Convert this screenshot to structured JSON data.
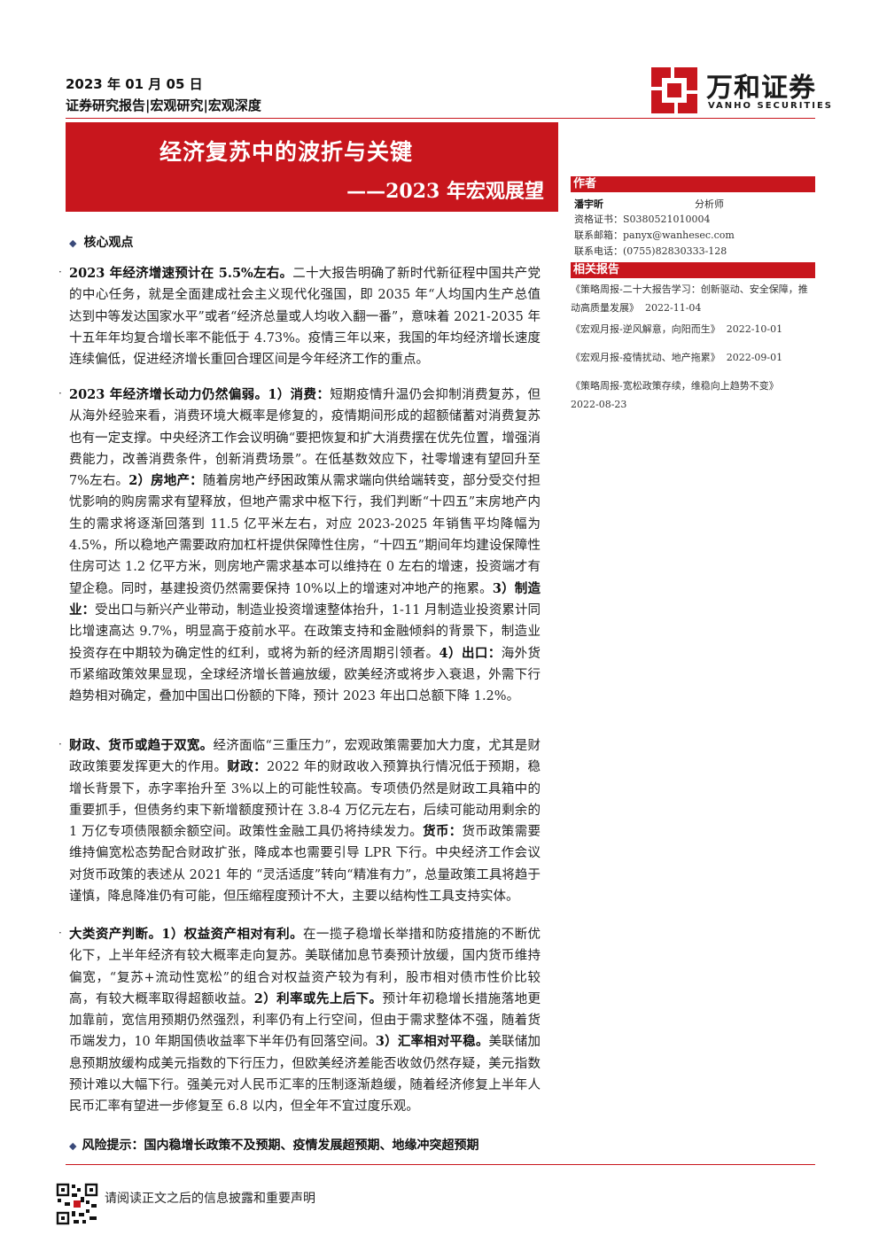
{
  "header": {
    "date": "2023 年 01 月 05 日",
    "category": "证券研究报告|宏观研究|宏观深度"
  },
  "logo": {
    "cn": "万和证券",
    "en": "VANHO SECURITIES",
    "color": "#c8161d"
  },
  "title": "经济复苏中的波折与关键",
  "subtitle": "——2023 年宏观展望",
  "sidebar": {
    "author_heading": "作者",
    "author_name": "潘宇昕",
    "author_role": "分析师",
    "cert": "资格证书：S0380521010004",
    "email": "联系邮箱：panyx@wanhesec.com",
    "phone": "联系电话：(0755)82830333-128",
    "reports_heading": "相关报告",
    "reports": [
      {
        "title": "《策略周报-二十大报告学习：创新驱动、安全保障，推动高质量发展》",
        "date": "2022-11-04"
      },
      {
        "title": "《宏观月报-逆风解意，向阳而生》",
        "date": "2022-10-01"
      },
      {
        "title": "《宏观月报-疫情扰动、地产拖累》",
        "date": "2022-09-01"
      },
      {
        "title": "《策略周报-宽松政策存续，维稳向上趋势不变》",
        "date": "2022-08-23"
      }
    ]
  },
  "core_heading": "核心观点",
  "paragraphs": {
    "p1_lead": "2023 年经济增速预计在 5.5%左右。",
    "p1_body": "二十大报告明确了新时代新征程中国共产党的中心任务，就是全面建成社会主义现代化强国，即 2035 年“人均国内生产总值达到中等发达国家水平”或者“经济总量或人均收入翻一番”，意味着 2021-2035 年十五年年均复合增长率不能低于 4.73%。疫情三年以来，我国的年均经济增长速度连续偏低，促进经济增长重回合理区间是今年经济工作的重点。",
    "p2_lead": "2023 年经济增长动力仍然偏弱。1）消费：",
    "p2_a": "短期疫情升温仍会抑制消费复苏，但从海外经验来看，消费环境大概率是修复的，疫情期间形成的超额储蓄对消费复苏也有一定支撑。中央经济工作会议明确“要把恢复和扩大消费摆在优先位置，增强消费能力，改善消费条件，创新消费场景”。在低基数效应下，社零增速有望回升至 7%左右。",
    "p2_h2": "2）房地产：",
    "p2_b": "随着房地产纾困政策从需求端向供给端转变，部分受交付担忧影响的购房需求有望释放，但地产需求中枢下行，我们判断“十四五”末房地产内生的需求将逐渐回落到 11.5 亿平米左右，对应 2023-2025 年销售平均降幅为 4.5%，所以稳地产需要政府加杠杆提供保障性住房，“十四五”期间年均建设保障性住房可达 1.2 亿平方米，则房地产需求基本可以维持在 0 左右的增速，投资端才有望企稳。同时，基建投资仍然需要保持 10%以上的增速对冲地产的拖累。",
    "p2_h3": "3）制造业：",
    "p2_c": "受出口与新兴产业带动，制造业投资增速整体抬升，1-11 月制造业投资累计同比增速高达 9.7%，明显高于疫前水平。在政策支持和金融倾斜的背景下，制造业投资存在中期较为确定性的红利，或将为新的经济周期引领者。",
    "p2_h4": "4）出口：",
    "p2_d": "海外货币紧缩政策效果显现，全球经济增长普遍放缓，欧美经济或将步入衰退，外需下行趋势相对确定，叠加中国出口份额的下降，预计 2023 年出口总额下降 1.2%。",
    "p3_lead": "财政、货币或趋于双宽。",
    "p3_a": "经济面临“三重压力”，宏观政策需要加大力度，尤其是财政政策要发挥更大的作用。",
    "p3_h2": "财政：",
    "p3_b": "2022 年的财政收入预算执行情况低于预期，稳增长背景下，赤字率抬升至 3%以上的可能性较高。专项债仍然是财政工具箱中的重要抓手，但债务约束下新增额度预计在 3.8-4 万亿元左右，后续可能动用剩余的 1 万亿专项债限额余额空间。政策性金融工具仍将持续发力。",
    "p3_h3": "货币：",
    "p3_c": "货币政策需要维持偏宽松态势配合财政扩张，降成本也需要引导 LPR 下行。中央经济工作会议对货币政策的表述从 2021 年的 “灵活适度”转向“精准有力”，总量政策工具将趋于谨慎，降息降准仍有可能，但压缩程度预计不大，主要以结构性工具支持实体。",
    "p4_lead": "大类资产判断。1）权益资产相对有利。",
    "p4_a": "在一揽子稳增长举措和防疫措施的不断优化下，上半年经济有较大概率走向复苏。美联储加息节奏预计放缓，国内货币维持偏宽，“复苏+流动性宽松”的组合对权益资产较为有利，股市相对债市性价比较高，有较大概率取得超额收益。",
    "p4_h2": "2）利率或先上后下。",
    "p4_b": "预计年初稳增长措施落地更加靠前，宽信用预期仍然强烈，利率仍有上行空间，但由于需求整体不强，随着货币端发力，10 年期国债收益率下半年仍有回落空间。",
    "p4_h3": "3）汇率相对平稳。",
    "p4_c": "美联储加息预期放缓构成美元指数的下行压力，但欧美经济差能否收敛仍然存疑，美元指数预计难以大幅下行。强美元对人民币汇率的压制逐渐趋缓，随着经济修复上半年人民币汇率有望进一步修复至 6.8 以内，但全年不宜过度乐观。"
  },
  "risk": "风险提示：国内稳增长政策不及预期、疫情发展超预期、地缘冲突超预期",
  "disclaimer": "请阅读正文之后的信息披露和重要声明"
}
